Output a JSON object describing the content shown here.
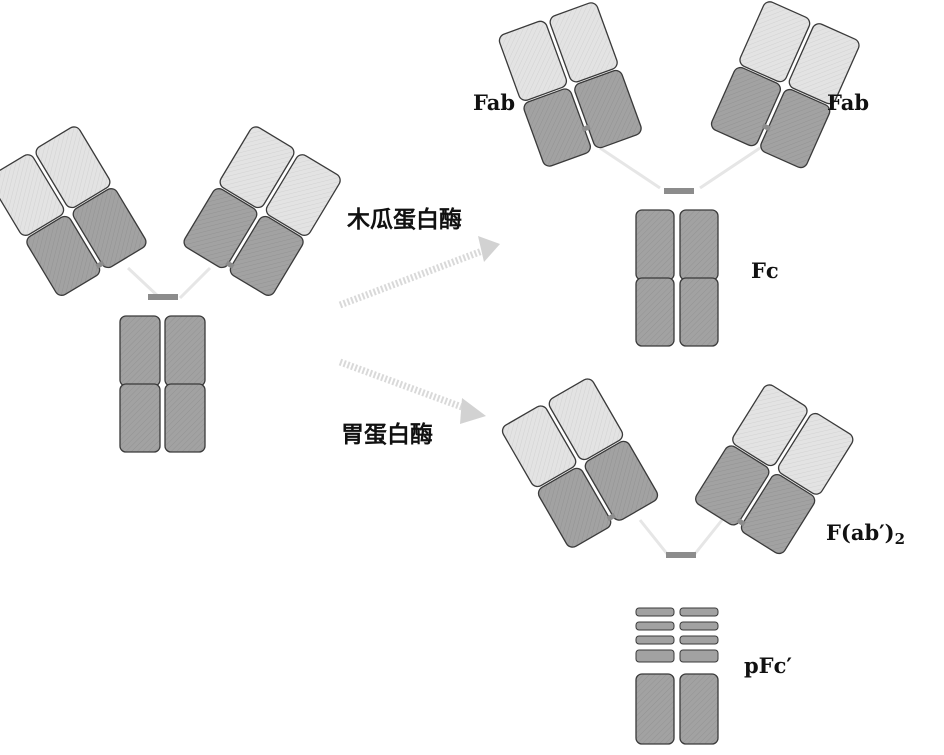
{
  "labels": {
    "papain": "木瓜蛋白酶",
    "pepsin": "胃蛋白酶",
    "fab_left": "Fab",
    "fab_right": "Fab",
    "fc": "Fc",
    "fab2_main": "F(ab′)",
    "fab2_sub": "2",
    "pfc": "pFc′"
  },
  "colors": {
    "light_domain": "#e3e3e3",
    "dark_domain": "#a2a2a2",
    "outline": "#3a3a3a",
    "hinge_bond": "#8c8c8c",
    "arrow": "#d6d6d6",
    "background": "#ffffff"
  }
}
